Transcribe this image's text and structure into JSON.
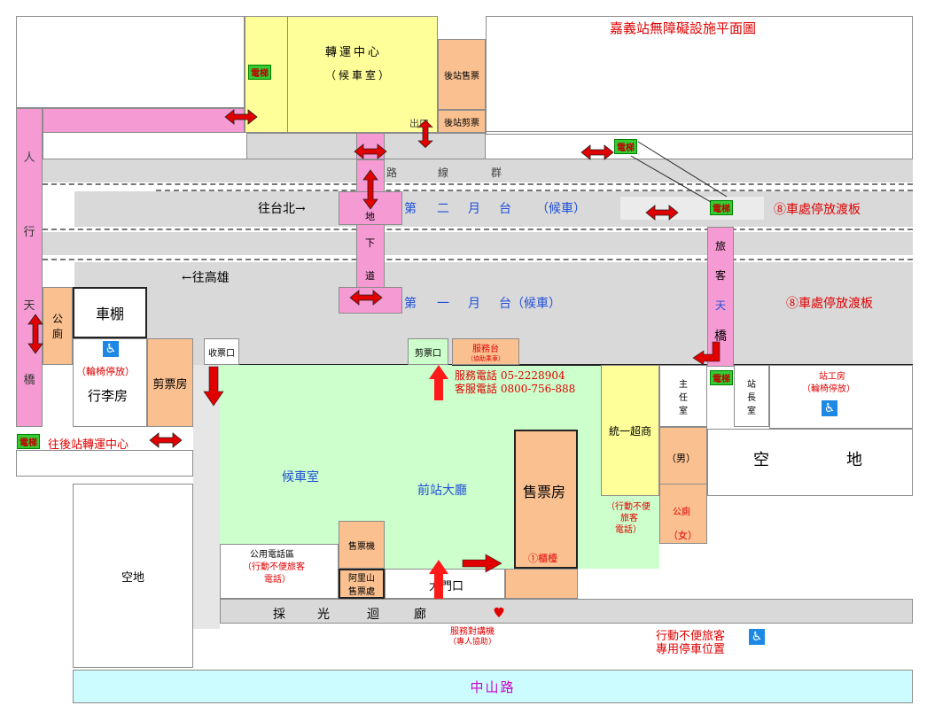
{
  "title": "嘉義站無障礙設施平面圖",
  "transfer_center": {
    "title": "轉運中心",
    "sub": "（候車室）",
    "elevator": "電梯"
  },
  "rear_ticket": "後站售票",
  "rear_gate": "後站剪票",
  "exit": "出口",
  "track_group": [
    "路",
    "線",
    "群"
  ],
  "to_taipei": "往台北→",
  "to_kaohsiung": "←往高雄",
  "platform2": {
    "chars": [
      "第",
      "二",
      "月",
      "台"
    ],
    "note": "（候車）"
  },
  "platform1": {
    "chars": [
      "第",
      "一",
      "月",
      "台（候車）"
    ]
  },
  "ramp_note": "⑧車處停放渡板",
  "underpass": [
    "地",
    "下",
    "道"
  ],
  "footbridge": [
    "旅",
    "客",
    "天",
    "橋"
  ],
  "walk_bridge": [
    "人",
    "行",
    "天",
    "橋"
  ],
  "elevator": "電梯",
  "to_rear_transfer": "往後站轉運中心",
  "shed": "車棚",
  "toilet_west": [
    "公",
    "廁"
  ],
  "wheelchair_parking": "（輪椅停放）",
  "luggage": "行李房",
  "ticket_check_west": "剪票房",
  "collect_gate": "收票口",
  "check_gate": "剪票口",
  "service_desk": {
    "title": "服務台",
    "sub": "（協助乘車）"
  },
  "phones": {
    "service": "服務電話 05-2228904",
    "customer": "客服電話 0800-756-888"
  },
  "seven_eleven": "統一超商",
  "director": [
    "主",
    "任",
    "室"
  ],
  "stationmaster": [
    "站",
    "長",
    "室"
  ],
  "staff_room": {
    "title": "站工房",
    "sub": "（輪椅停放）"
  },
  "open_space_east": [
    "空",
    "地"
  ],
  "open_space_west": "空地",
  "waiting_room": "候車室",
  "front_hall": "前站大廳",
  "ticket_office": "售票房",
  "counter": "①櫃檯",
  "toilet_east": {
    "male": "（男）",
    "label": "公廁",
    "female": "（女）"
  },
  "disabled_phone_note": [
    "（行動不便",
    "旅客",
    "電話）"
  ],
  "phone_area": {
    "title": "公用電話區",
    "l1": "（行動不便旅客",
    "l2": "電話）"
  },
  "ticket_machine": "售票機",
  "alishan": [
    "阿里山",
    "售票處"
  ],
  "main_door": "大門口",
  "corridor": [
    "採",
    "光",
    "迴",
    "廊"
  ],
  "intercom": {
    "title": "服務對講機",
    "sub": "（專人協助）"
  },
  "parking": [
    "行動不便旅客",
    "專用停車位置"
  ],
  "road": "中山路",
  "colors": {
    "pink": "#f59ad3",
    "yellow": "#ffff99",
    "orange": "#fac090",
    "green": "#ccffcc",
    "grey": "#d9d9d9",
    "cyan": "#ccfcff",
    "red": "#e00000",
    "blue": "#1f4fd8"
  }
}
